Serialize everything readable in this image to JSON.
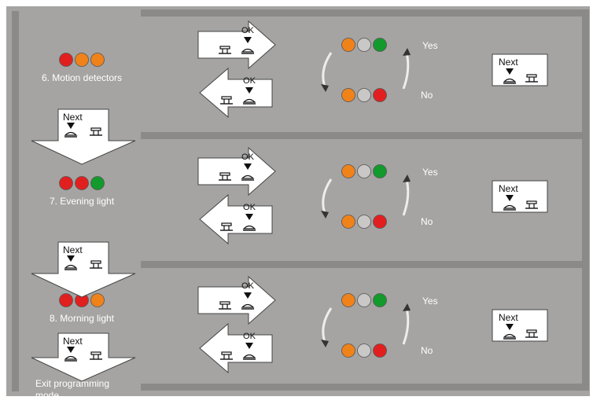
{
  "colors": {
    "background": "#a5a4a3",
    "frame": "#8b8a89",
    "red": "#e21f1f",
    "orange": "#f0821a",
    "green": "#139a2d",
    "off": "#c9c8c7",
    "white": "#ffffff"
  },
  "steps": [
    {
      "label": "6. Motion detectors",
      "lights": [
        "red",
        "orange",
        "orange"
      ]
    },
    {
      "label": "7. Evening light",
      "lights": [
        "red",
        "red",
        "green"
      ]
    },
    {
      "label": "8. Morning light",
      "lights": [
        "red",
        "red",
        "orange"
      ]
    }
  ],
  "labels": {
    "ok": "OK",
    "next": "Next",
    "yes": "Yes",
    "no": "No",
    "exit_line1": "Exit programming",
    "exit_line2": "mode"
  },
  "yes_lights": [
    "orange",
    "off",
    "green"
  ],
  "no_lights": [
    "orange",
    "off",
    "red"
  ],
  "icons": {
    "button_released": "button-released-icon",
    "button_pressed": "button-pressed-icon",
    "pointer": "pointer-arrow-icon"
  }
}
